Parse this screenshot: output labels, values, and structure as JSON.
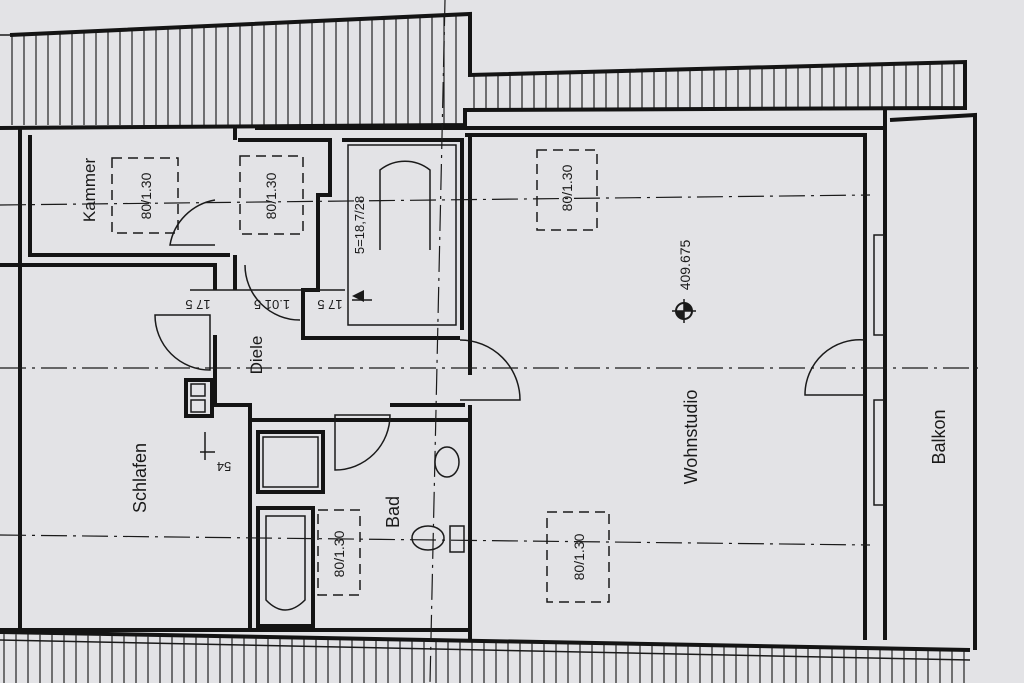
{
  "rooms": {
    "kammer": "Kammer",
    "diele": "Diele",
    "schlafen": "Schlafen",
    "bad": "Bad",
    "wohnstudio": "Wohnstudio",
    "balkon": "Balkon"
  },
  "windows": [
    "80/1.30",
    "80/1.30",
    "80/1.30",
    "80/1.30",
    "80/1.30"
  ],
  "elevation": "409.675",
  "stairs": "5=18,7/28",
  "dimensions": {
    "d1": "17 5",
    "d2": "1.01 5",
    "d3": "17 5",
    "d4": "54"
  },
  "colors": {
    "paper": "#e3e3e6",
    "ink": "#141414"
  }
}
